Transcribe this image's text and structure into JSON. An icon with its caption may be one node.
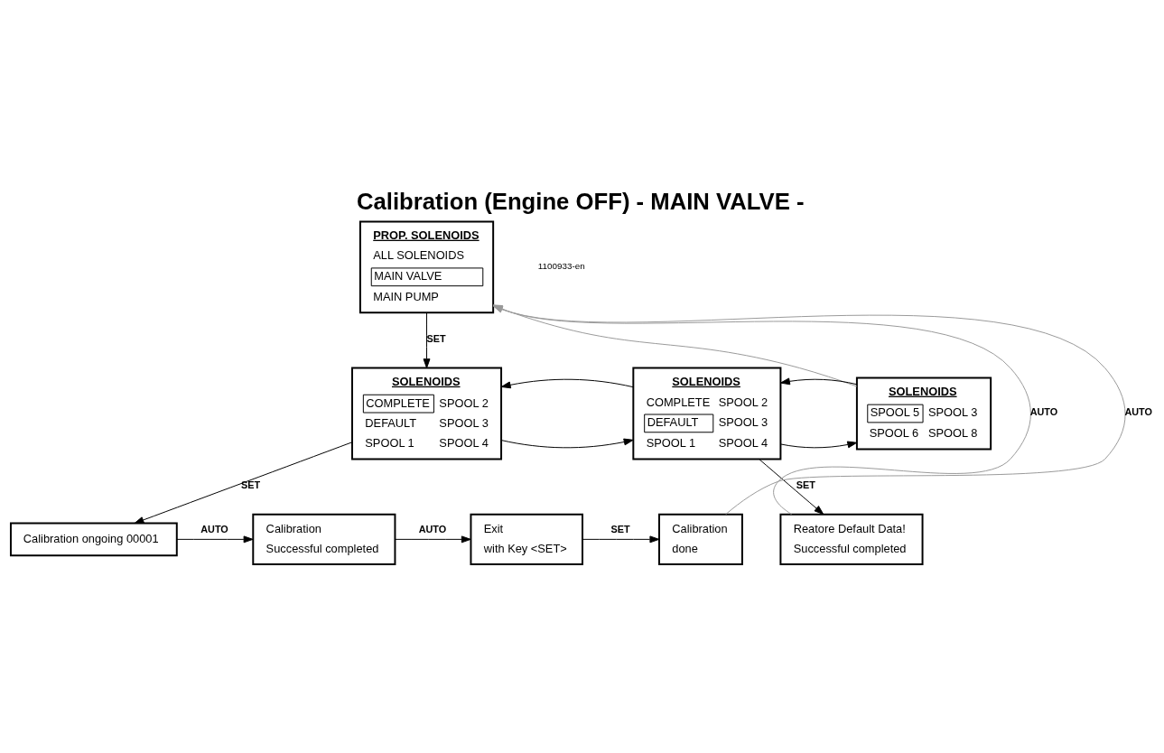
{
  "diagram": {
    "title": "Calibration (Engine OFF) - MAIN VALVE -",
    "nodes": [
      {
        "text": [
          "PROP. SOLENOIDS",
          "ALL SOLENOIDS",
          "MAIN VALVE",
          "MAIN PUMP"
        ]
      },
      {
        "text": [
          "SOLENOIDS",
          "COMPLETE",
          "SPOOL 2",
          "DEFAULT",
          "SPOOL 3",
          "SPOOL 1",
          "SPOOL 4"
        ]
      },
      {
        "text": [
          "SOLENOIDS",
          "COMPLETE",
          "SPOOL 2",
          "DEFAULT",
          "SPOOL 3",
          "SPOOL 1",
          "SPOOL 4"
        ]
      },
      {
        "text": [
          "SOLENOIDS",
          "SPOOL 5",
          "SPOOL 3",
          "SPOOL 6",
          "SPOOL 8"
        ]
      },
      {
        "text": [
          "Reatore Default Data!",
          "Successful completed"
        ]
      },
      {
        "text": [
          "Calibration ongoing 00001"
        ]
      },
      {
        "text": [
          "Calibration",
          "Successful completed"
        ]
      },
      {
        "text": [
          "Exit",
          "with Key <SET>"
        ]
      },
      {
        "text": [
          "Calibration",
          "done"
        ]
      }
    ],
    "edges": [
      {
        "from": 0,
        "to": 1,
        "arrow": "to",
        "label": "SET"
      },
      {
        "from": 1,
        "to": 2,
        "arrow": "to"
      },
      {
        "from": 2,
        "to": 1,
        "arrow": "to"
      },
      {
        "from": 2,
        "to": 3,
        "arrow": "to"
      },
      {
        "from": 3,
        "to": 2,
        "arrow": "to"
      },
      {
        "from": 3,
        "to": 0,
        "arrow": "to",
        "color": "#999999"
      },
      {
        "from": 1,
        "to": 5,
        "arrow": "to",
        "label": "SET"
      },
      {
        "from": 2,
        "to": 4,
        "arrow": "to",
        "label": "SET"
      },
      {
        "from": 4,
        "to": 0,
        "arrow": "to",
        "label": "AUTO",
        "color": "#999999"
      },
      {
        "from": 5,
        "to": 6,
        "arrow": "to",
        "label": "AUTO"
      },
      {
        "from": 6,
        "to": 7,
        "arrow": "to",
        "label": "AUTO"
      },
      {
        "from": 7,
        "to": 8,
        "arrow": "to",
        "label": "SET"
      },
      {
        "from": 8,
        "to": 0,
        "arrow": "to",
        "label": "AUTO",
        "color": "#999999"
      }
    ],
    "labels": [
      "1100933-en"
    ]
  }
}
